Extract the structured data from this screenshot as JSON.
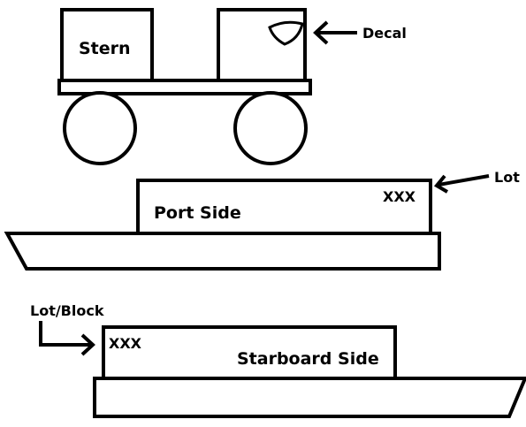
{
  "labels": {
    "stern": "Stern",
    "decal": "Decal",
    "lot": "Lot",
    "port_side": "Port Side",
    "port_marker": "XXX",
    "lot_block": "Lot/Block",
    "starboard_marker": "XXX",
    "starboard_side": "Starboard Side"
  },
  "colors": {
    "ink": "#000000",
    "background": "#ffffff"
  },
  "icons": {
    "decal": "shield-icon",
    "arrows": "arrow-left-icon, arrow-right-icon"
  }
}
